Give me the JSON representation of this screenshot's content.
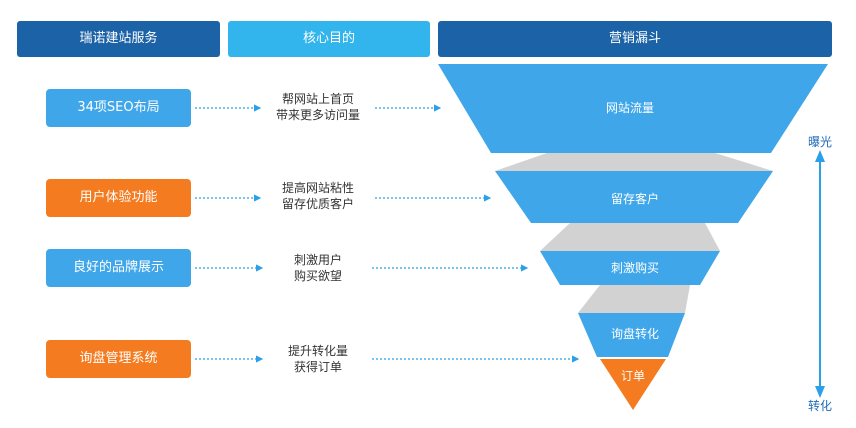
{
  "headers": {
    "service": "瑞诺建站服务",
    "purpose": "核心目的",
    "funnel": "营销漏斗"
  },
  "rows": [
    {
      "service": "34项SEO布局",
      "purpose_line1": "帮网站上首页",
      "purpose_line2": "带来更多访问量"
    },
    {
      "service": "用户体验功能",
      "purpose_line1": "提高网站粘性",
      "purpose_line2": "留存优质客户"
    },
    {
      "service": "良好的品牌展示",
      "purpose_line1": "刺激用户",
      "purpose_line2": "购买欲望"
    },
    {
      "service": "询盘管理系统",
      "purpose_line1": "提升转化量",
      "purpose_line2": "获得订单"
    }
  ],
  "funnel": {
    "stages": [
      "网站流量",
      "留存客户",
      "刺激购买",
      "询盘转化",
      "订单"
    ]
  },
  "axis": {
    "top_label": "曝光",
    "bottom_label": "转化"
  },
  "colors": {
    "dark_blue": "#1c62a6",
    "light_blue": "#3fa6e9",
    "sky_blue": "#32b4ec",
    "orange": "#f47b20",
    "connector_gray": "#d2d2d2",
    "arrow_blue": "#2aa0e8"
  }
}
